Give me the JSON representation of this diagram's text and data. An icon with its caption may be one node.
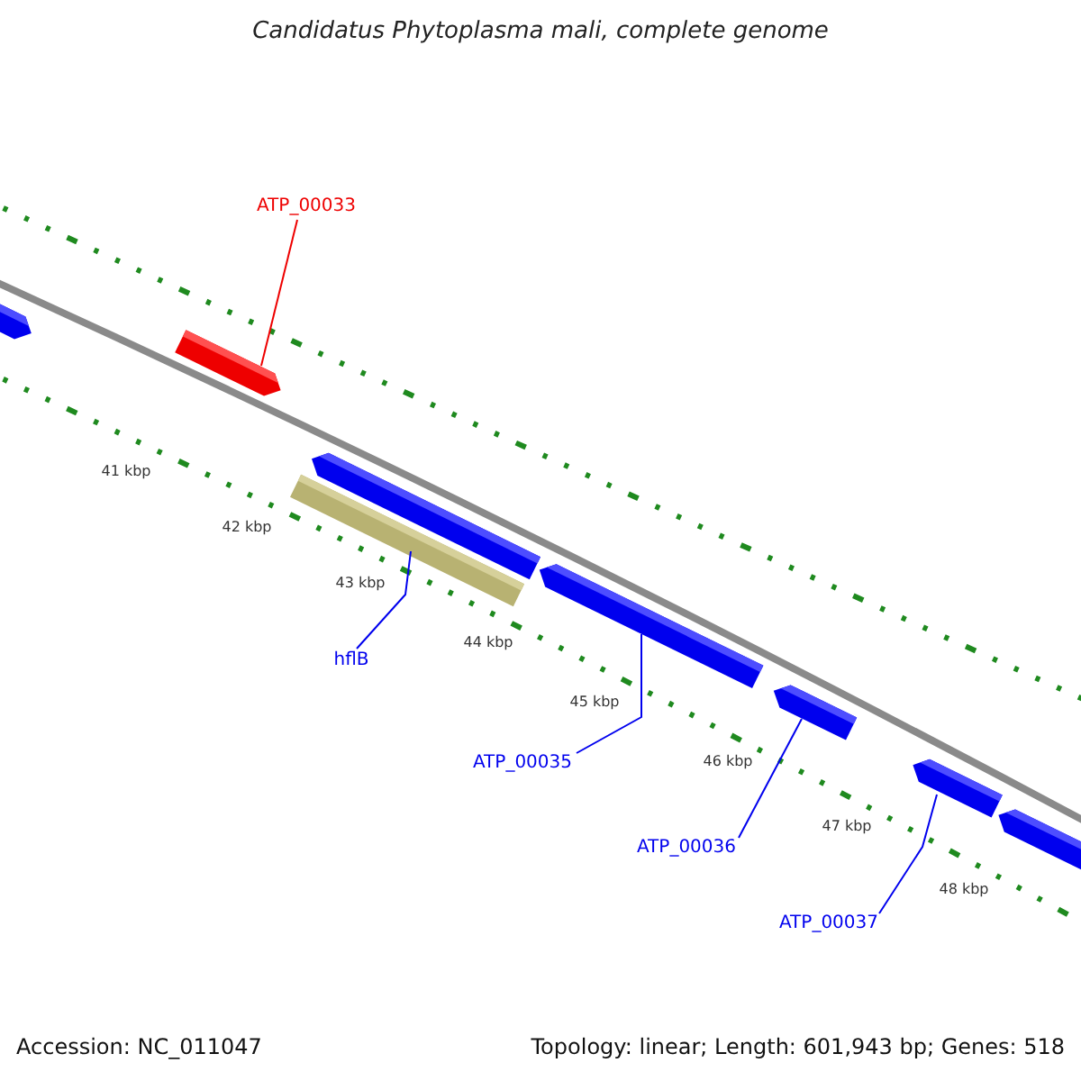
{
  "diagram": {
    "title": "Candidatus Phytoplasma mali, complete genome",
    "nodes": [
      {
        "text": [
          "ATP_00033"
        ]
      },
      {
        "text": [
          "hflB"
        ]
      },
      {
        "text": [
          "ATP_00035"
        ]
      },
      {
        "text": [
          "ATP_00036"
        ]
      },
      {
        "text": [
          "ATP_00037"
        ]
      },
      {
        "text": [],
        "shape": "bar"
      },
      {
        "text": [],
        "shape": "bar"
      },
      {
        "text": [],
        "shape": "bar"
      },
      {
        "text": [],
        "shape": "bar"
      },
      {
        "text": [],
        "shape": "bar"
      },
      {
        "text": [],
        "shape": "bar"
      },
      {
        "text": [],
        "shape": "bar"
      },
      {
        "text": [],
        "shape": "bar"
      }
    ],
    "edges": [
      {
        "from": 0,
        "to": 6,
        "arrow": "none",
        "color": "#ee0000"
      },
      {
        "from": 1,
        "to": 8,
        "arrow": "none"
      },
      {
        "from": 2,
        "to": 9,
        "arrow": "none"
      },
      {
        "from": 3,
        "to": 10,
        "arrow": "none"
      },
      {
        "from": 4,
        "to": 11,
        "arrow": "none"
      }
    ],
    "labels": [
      "41 kbp",
      "42 kbp",
      "43 kbp",
      "44 kbp",
      "45 kbp",
      "46 kbp",
      "47 kbp",
      "48 kbp",
      "Accession: NC_011047",
      "Topology: linear; Length: 601,943 bp; Genes: 518"
    ]
  }
}
